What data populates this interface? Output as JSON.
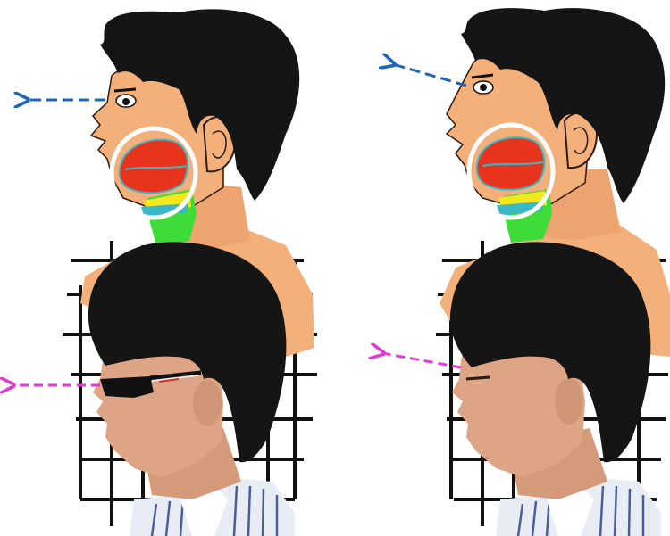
{
  "image": {
    "panels": [
      {
        "name": "left",
        "head_pose": "level",
        "gaze_arrow_color": "#1f66b5",
        "photo_gaze_arrow_color": "#e23ad6",
        "subject_wears_glasses": true
      },
      {
        "name": "right",
        "head_pose": "tilted-up",
        "gaze_arrow_color": "#1f66b5",
        "photo_gaze_arrow_color": "#e23ad6",
        "subject_wears_glasses": false
      }
    ],
    "colors": {
      "skin": "#f4b07a",
      "hair": "#151515",
      "tongue": "#e8341c",
      "airway_green": "#3ddc38",
      "airway_yellow": "#f2e81a",
      "airway_cyan": "#3ab8c8",
      "highlight_ring": "#ffffff",
      "grid_lines": "#111111",
      "shirt_stripes": "#4a5f9a"
    }
  }
}
